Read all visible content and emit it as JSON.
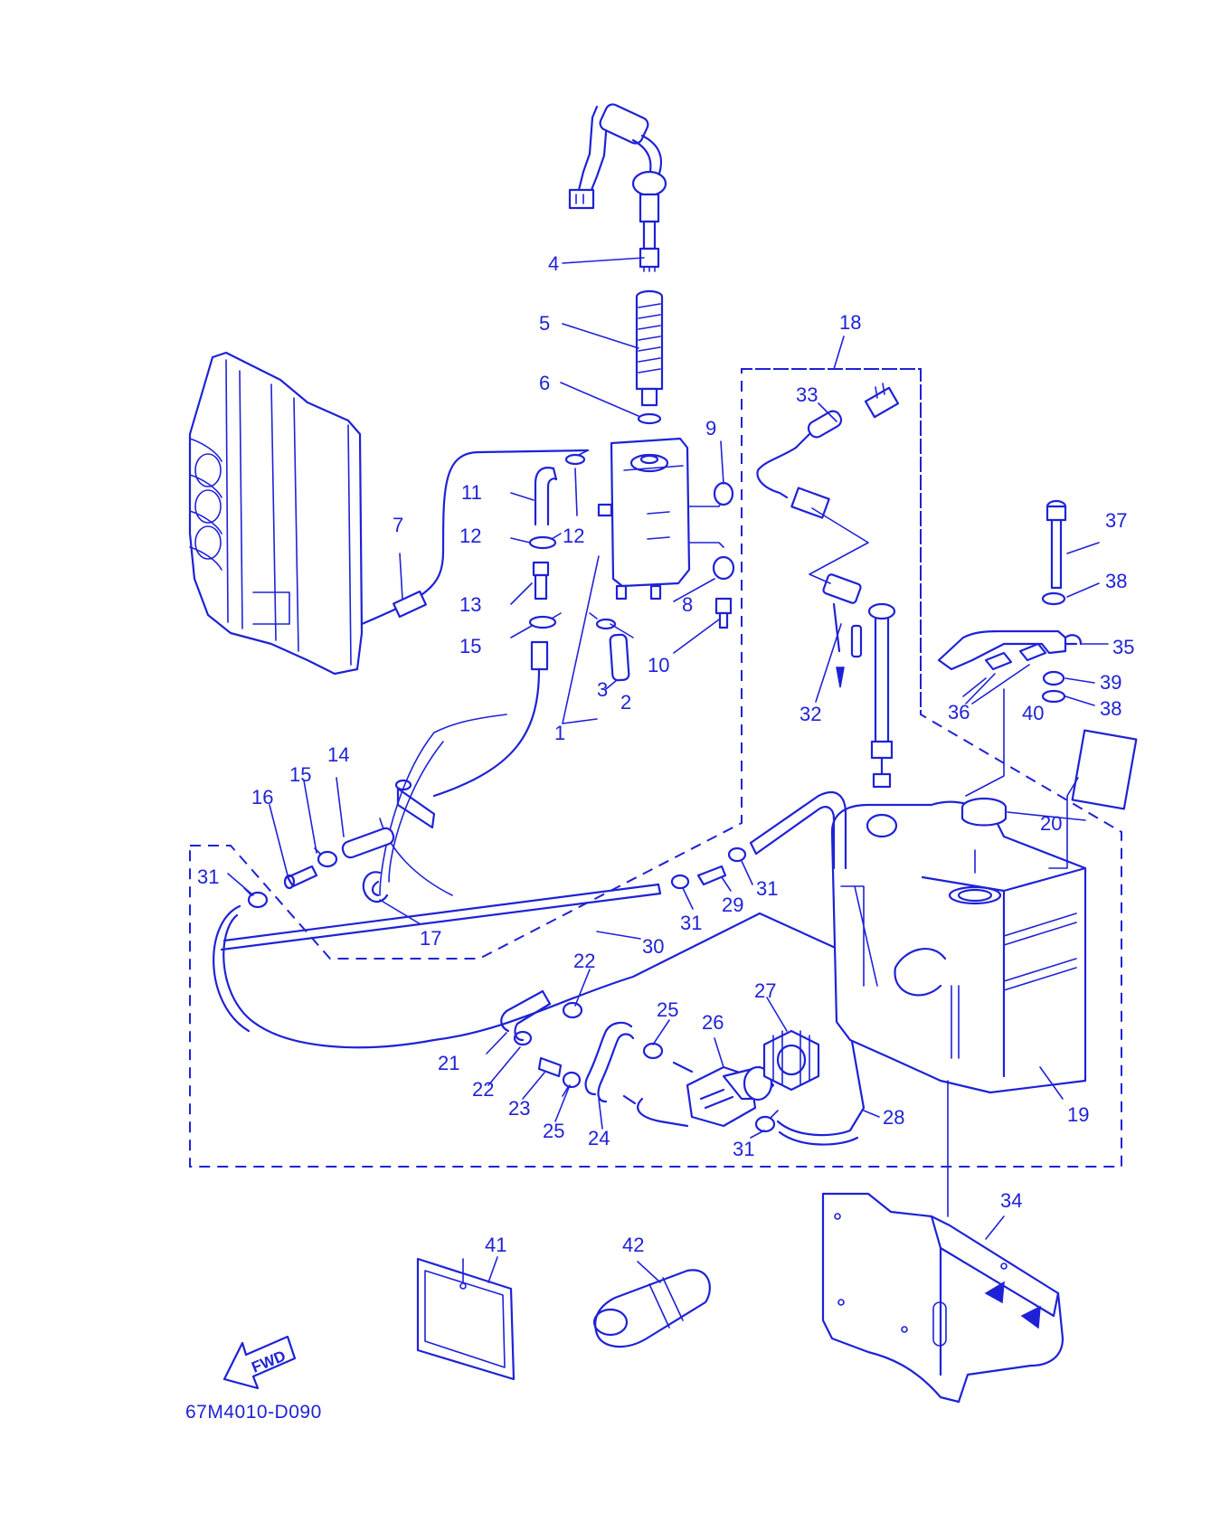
{
  "diagram": {
    "color": "#1e22d6",
    "drawing_code": "67M4010-D090",
    "fwd_arrow_text": "FWD",
    "callouts": [
      {
        "id": "c1",
        "text": "1"
      },
      {
        "id": "c2",
        "text": "2"
      },
      {
        "id": "c3",
        "text": "3"
      },
      {
        "id": "c4",
        "text": "4"
      },
      {
        "id": "c5",
        "text": "5"
      },
      {
        "id": "c6",
        "text": "6"
      },
      {
        "id": "c7",
        "text": "7"
      },
      {
        "id": "c8",
        "text": "8"
      },
      {
        "id": "c9",
        "text": "9"
      },
      {
        "id": "c10",
        "text": "10"
      },
      {
        "id": "c11",
        "text": "11"
      },
      {
        "id": "c12a",
        "text": "12"
      },
      {
        "id": "c12b",
        "text": "12"
      },
      {
        "id": "c13",
        "text": "13"
      },
      {
        "id": "c14",
        "text": "14"
      },
      {
        "id": "c15a",
        "text": "15"
      },
      {
        "id": "c15b",
        "text": "15"
      },
      {
        "id": "c16",
        "text": "16"
      },
      {
        "id": "c17",
        "text": "17"
      },
      {
        "id": "c18",
        "text": "18"
      },
      {
        "id": "c19",
        "text": "19"
      },
      {
        "id": "c20",
        "text": "20"
      },
      {
        "id": "c21",
        "text": "21"
      },
      {
        "id": "c22a",
        "text": "22"
      },
      {
        "id": "c22b",
        "text": "22"
      },
      {
        "id": "c23",
        "text": "23"
      },
      {
        "id": "c24",
        "text": "24"
      },
      {
        "id": "c25a",
        "text": "25"
      },
      {
        "id": "c25b",
        "text": "25"
      },
      {
        "id": "c26",
        "text": "26"
      },
      {
        "id": "c27",
        "text": "27"
      },
      {
        "id": "c28",
        "text": "28"
      },
      {
        "id": "c29",
        "text": "29"
      },
      {
        "id": "c30",
        "text": "30"
      },
      {
        "id": "c31a",
        "text": "31"
      },
      {
        "id": "c31b",
        "text": "31"
      },
      {
        "id": "c31c",
        "text": "31"
      },
      {
        "id": "c31d",
        "text": "31"
      },
      {
        "id": "c32",
        "text": "32"
      },
      {
        "id": "c33",
        "text": "33"
      },
      {
        "id": "c34",
        "text": "34"
      },
      {
        "id": "c35",
        "text": "35"
      },
      {
        "id": "c36",
        "text": "36"
      },
      {
        "id": "c37",
        "text": "37"
      },
      {
        "id": "c38a",
        "text": "38"
      },
      {
        "id": "c38b",
        "text": "38"
      },
      {
        "id": "c39",
        "text": "39"
      },
      {
        "id": "c40",
        "text": "40"
      },
      {
        "id": "c41",
        "text": "41"
      },
      {
        "id": "c42",
        "text": "42"
      }
    ]
  }
}
